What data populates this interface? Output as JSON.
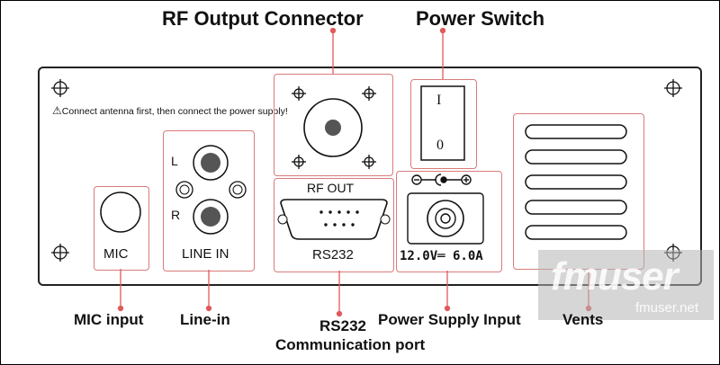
{
  "callouts": {
    "rf_output_connector": "RF Output Connector",
    "power_switch": "Power Switch",
    "mic_input": "MIC input",
    "line_in": "Line-in",
    "rs232_line1": "RS232",
    "rs232_line2": "Communication port",
    "power_supply_input": "Power Supply Input",
    "vents": "Vents"
  },
  "panel": {
    "warning": "Connect antenna first, then connect the power supply!",
    "mic_label": "MIC",
    "line_in_label": "LINE IN",
    "line_l": "L",
    "line_r": "R",
    "rf_out_label": "RF OUT",
    "rs232_label": "RS232",
    "switch_on": "I",
    "switch_off": "0",
    "power_rating": "12.0V═ 6.0A"
  },
  "watermark": {
    "brand": "fmuser",
    "url": "fmuser.net"
  }
}
